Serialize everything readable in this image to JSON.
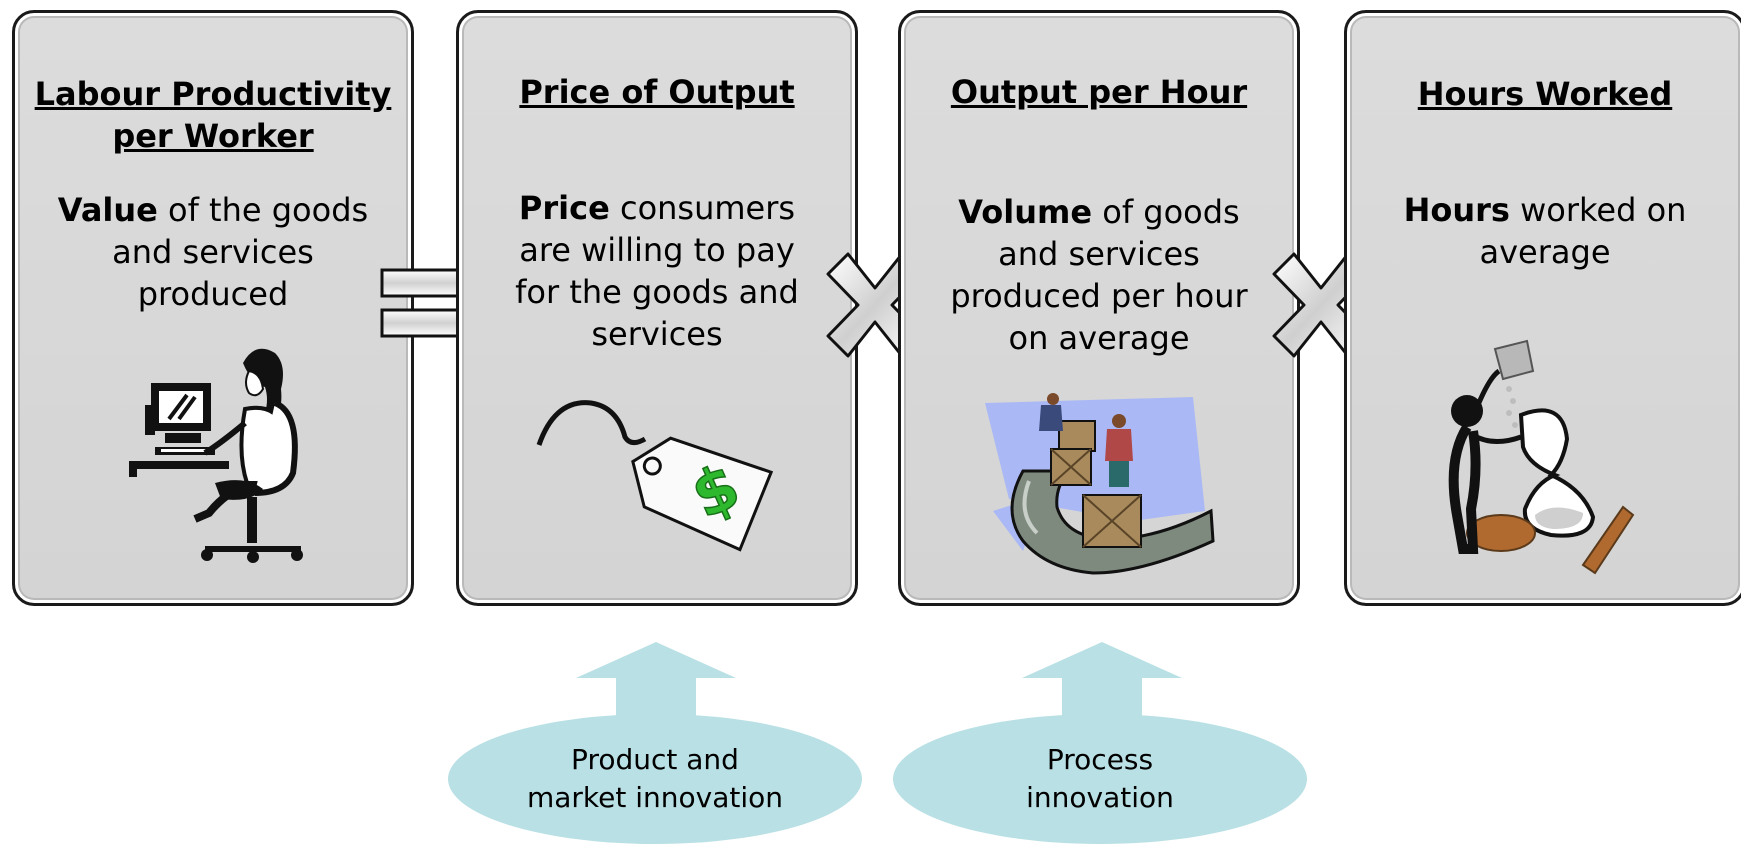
{
  "cards": [
    {
      "title_line1": "Labour Productivity",
      "title_line2": "per Worker",
      "body_bold": "Value",
      "body_rest_1": " of the goods",
      "body_line2": "and services",
      "body_line3": "produced",
      "icon": "person-at-computer-icon"
    },
    {
      "title": "Price of Output",
      "body_bold": "Price",
      "body_rest_1": " consumers",
      "body_line2": "are willing to pay",
      "body_line3": "for the goods and",
      "body_line4": "services",
      "icon": "price-tag-icon"
    },
    {
      "title": "Output per Hour",
      "body_bold": "Volume",
      "body_rest_1": " of goods",
      "body_line2": "and services",
      "body_line3": "produced per hour",
      "body_line4": "on average",
      "icon": "conveyor-boxes-icon"
    },
    {
      "title": "Hours Worked",
      "body_bold": "Hours",
      "body_rest_1": " worked on",
      "body_line2": "average",
      "icon": "hourglass-icon"
    }
  ],
  "operators": [
    "equals-icon",
    "multiply-icon",
    "multiply-icon"
  ],
  "drivers": [
    {
      "line1": "Product and",
      "line2": "market innovation"
    },
    {
      "line1": "Process",
      "line2": "innovation"
    }
  ],
  "colors": {
    "card_fill": "#d6d6d6",
    "card_border": "#1a1a1a",
    "driver_fill": "#b9e0e4"
  }
}
